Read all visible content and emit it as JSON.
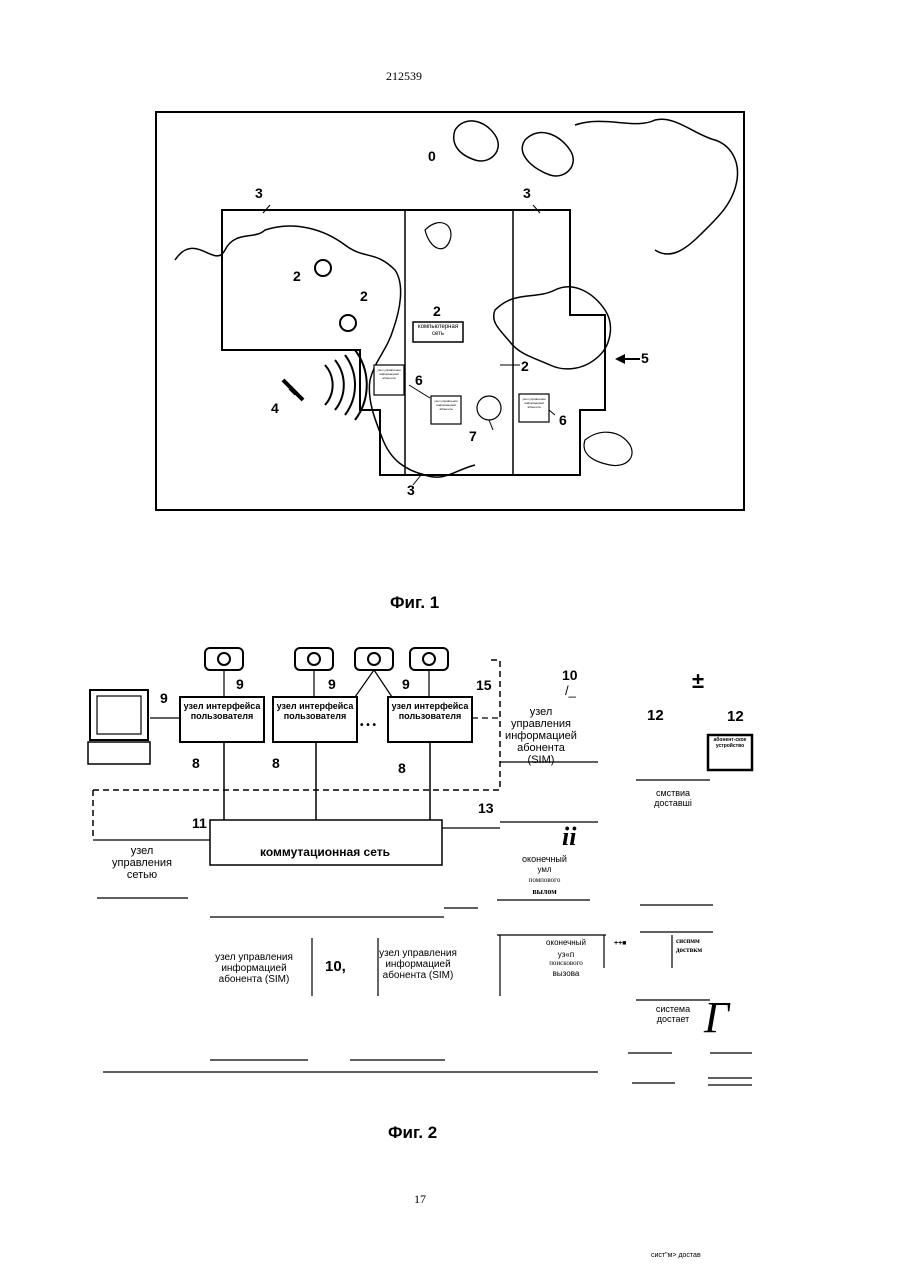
{
  "page_number_top": "212539",
  "page_number_bottom": "17",
  "fig1": {
    "caption": "Фиг. 1",
    "labels": {
      "n0": "0",
      "n2": "2",
      "n3": "3",
      "n4": "4",
      "n5": "5",
      "n6": "6",
      "n7": "7"
    },
    "box_computer_network": "компьютерная сеть",
    "box_tiny": "узел управления информацией абонента"
  },
  "fig2": {
    "caption": "Фиг. 2",
    "numbers": {
      "n8": "8",
      "n9": "9",
      "n10": "10",
      "n10_slash": "/_",
      "n11": "11",
      "n12": "12",
      "n13": "13",
      "n15": "15",
      "plusminus": "±",
      "n10b": "10,",
      "dots": "• • •"
    },
    "ui_box_label": "узел интерфейса пользователя",
    "sim_node_top": "узел управления информацией абонента (SIM)",
    "subscriber_device": "абонент-ское устройство",
    "delivery_system_1": "смствиа доставші",
    "ii_mark": "ii",
    "paging_node_1": {
      "l1": "оконечный",
      "l2": "умл",
      "l3": "помпового",
      "l4": "вылом"
    },
    "network_ctrl": "узел управления сетью",
    "switching_network": "коммутационная сеть",
    "sim_node_bottom_left": "узел управления информацией абонента (SIM)",
    "sim_node_bottom_mid": "узел управления информацией абонента (SIM)",
    "paging_node_2": {
      "l1": "оконечный",
      "l2": "уз«п",
      "l3": "поискового",
      "l4": "вызова"
    },
    "small_mark": "++■",
    "delivery_system_2": "сиспмм доствкм",
    "delivery_system_3": "система достает",
    "big_gamma": "Г",
    "delivery_system_4": "сист\"м> достав"
  }
}
